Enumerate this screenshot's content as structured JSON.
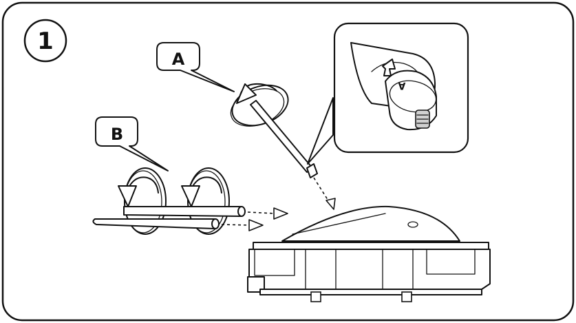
{
  "diagram": {
    "step_number": "1",
    "callouts": {
      "a": {
        "label": "A"
      },
      "b": {
        "label": "B"
      }
    },
    "detail_inset": {
      "marking": "A"
    },
    "colors": {
      "line": "#111111",
      "background": "#ffffff"
    }
  }
}
